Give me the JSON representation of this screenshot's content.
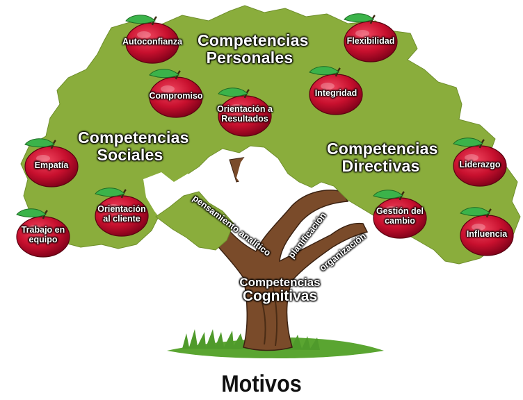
{
  "title": "Motivos",
  "groups": {
    "personales": [
      "Competencias",
      "Personales"
    ],
    "sociales": [
      "Competencias",
      "Sociales"
    ],
    "directivas": [
      "Competencias",
      "Directivas"
    ],
    "cognitivas": [
      "Competencias",
      "Cognitivas"
    ]
  },
  "branches": {
    "left": "pensamiento analítico",
    "middle": "planificación",
    "right": "organización"
  },
  "apples": {
    "autoconfianza": [
      "Autoconfianza"
    ],
    "flexibilidad": [
      "Flexibilidad"
    ],
    "compromiso": [
      "Compromiso"
    ],
    "integridad": [
      "Integridad"
    ],
    "orientacion_resultados": [
      "Orientación a",
      "Resultados"
    ],
    "empatia": [
      "Empatía"
    ],
    "liderazgo": [
      "Liderazgo"
    ],
    "orientacion_cliente": [
      "Orientación",
      "al cliente"
    ],
    "gestion_cambio": [
      "Gestión del",
      "cambio"
    ],
    "trabajo_equipo": [
      "Trabajo en",
      "equipo"
    ],
    "influencia": [
      "Influencia"
    ]
  },
  "colors": {
    "foliage": "#8aad3c",
    "trunk": "#7a4b2a",
    "apple": "#d0103a",
    "leaf": "#3bb34a",
    "grass": "#5aa531"
  }
}
